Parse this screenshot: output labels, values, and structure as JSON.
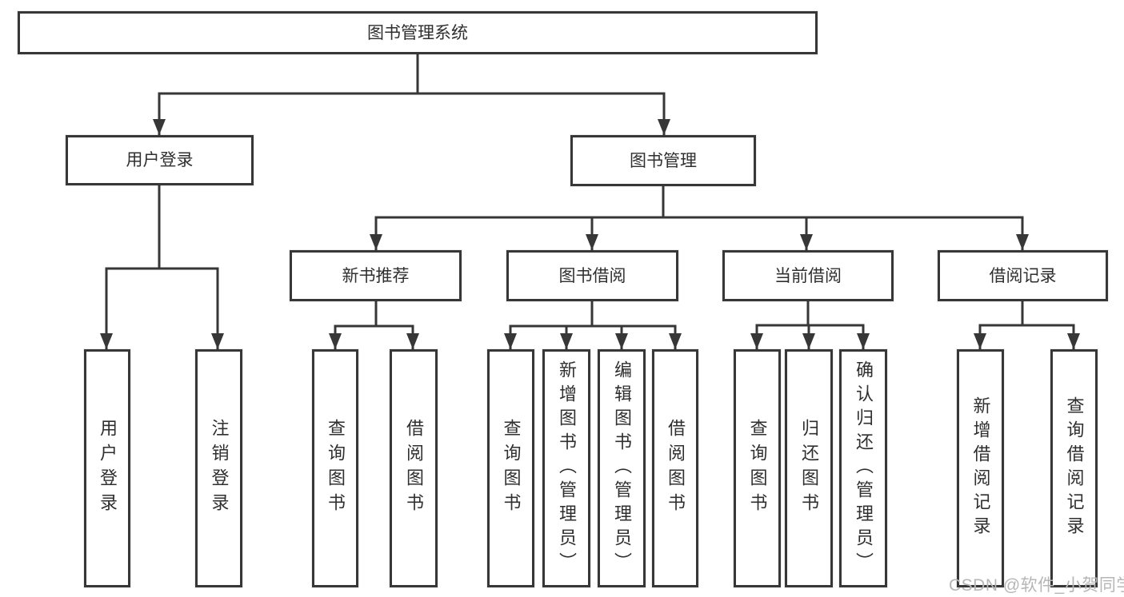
{
  "tree": {
    "root": {
      "label": "图书管理系统"
    },
    "branches": [
      {
        "label": "用户登录",
        "children": [
          {
            "label": "用户登录"
          },
          {
            "label": "注销登录"
          }
        ]
      },
      {
        "label": "图书管理",
        "sections": [
          {
            "label": "新书推荐",
            "children": [
              {
                "label": "查询图书"
              },
              {
                "label": "借阅图书"
              }
            ]
          },
          {
            "label": "图书借阅",
            "children": [
              {
                "label": "查询图书"
              },
              {
                "label": "新增图书（管理员）"
              },
              {
                "label": "编辑图书（管理员）"
              },
              {
                "label": "借阅图书"
              }
            ]
          },
          {
            "label": "当前借阅",
            "children": [
              {
                "label": "查询图书"
              },
              {
                "label": "归还图书"
              },
              {
                "label": "确认归还（管理员）"
              }
            ]
          },
          {
            "label": "借阅记录",
            "children": [
              {
                "label": "新增借阅记录"
              },
              {
                "label": "查询借阅记录"
              }
            ]
          }
        ]
      }
    ]
  },
  "watermark": {
    "text": "CSDN @软件_小贺同学"
  },
  "colors": {
    "line": "#373737",
    "node_border": "#373737",
    "text": "#2f2f2f",
    "watermark": "#b6b6b6",
    "background": "#ffffff"
  }
}
